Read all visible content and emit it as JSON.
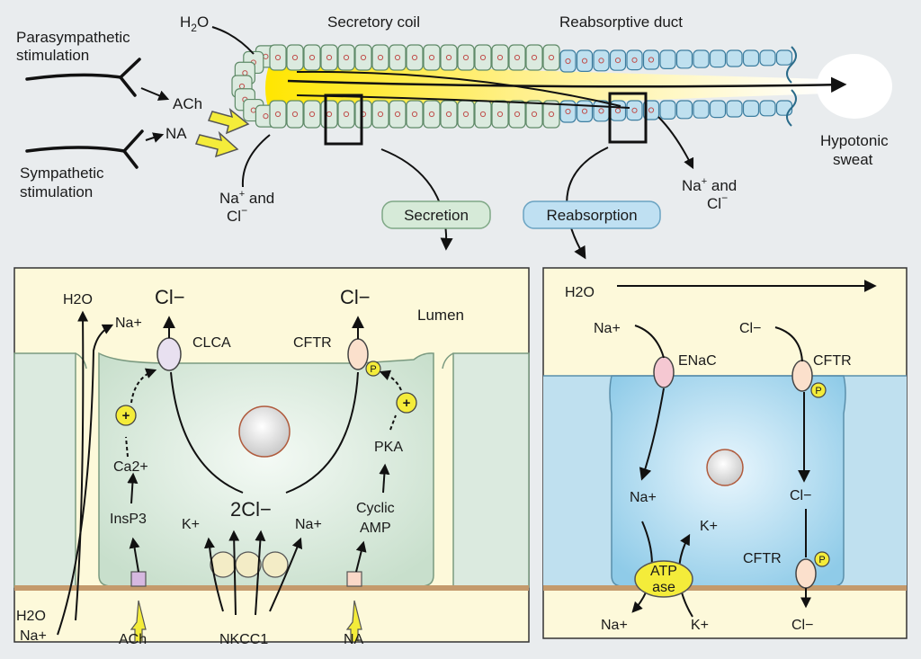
{
  "top": {
    "parasympathetic": [
      "Parasympathetic",
      "stimulation"
    ],
    "sympathetic": [
      "Sympathetic",
      "stimulation"
    ],
    "ach": "ACh",
    "na": "NA",
    "water": "H",
    "water_sub": "2",
    "water_o": "O",
    "secretory_coil": "Secretory coil",
    "reabsorptive_duct": "Reabsorptive duct",
    "hypotonic_sweat": [
      "Hypotonic",
      "sweat"
    ],
    "nacl_left": [
      "Na",
      "+",
      " and",
      "Cl",
      "−"
    ],
    "nacl_right": [
      "Na",
      "+",
      " and",
      "Cl",
      "−"
    ],
    "secretion_badge": "Secretion",
    "reabsorption_badge": "Reabsorption"
  },
  "secretion_panel": {
    "lumen": "Lumen",
    "h2o_top": "H2O",
    "na_top": "Na+",
    "cl_top_left": "Cl−",
    "cl_top_right": "Cl−",
    "clca": "CLCA",
    "cftr": "CFTR",
    "ca": "Ca2+",
    "insp3": "InsP3",
    "pka": "PKA",
    "cyclic": "Cyclic",
    "amp": "AMP",
    "k": "K+",
    "two_cl": "2Cl−",
    "na_basal": "Na+",
    "h2o_bottom": "H2O",
    "na_bottom": "Na+",
    "ach_bottom": "ACh",
    "nkcc1": "NKCC1",
    "na_bottom_right": "NA",
    "plus": "+",
    "p": "P"
  },
  "reabsorption_panel": {
    "h2o": "H2O",
    "na_lumen": "Na+",
    "cl_lumen": "Cl−",
    "enac": "ENaC",
    "cftr_top": "CFTR",
    "na_cell": "Na+",
    "cl_cell": "Cl−",
    "k_cell": "K+",
    "cftr_basal": "CFTR",
    "atp": "ATP",
    "ase": "ase",
    "na_out": "Na+",
    "k_out": "K+",
    "cl_out": "Cl−",
    "p": "P"
  },
  "colors": {
    "secretory_cell": "#dbeadf",
    "duct_cell": "#bfe0ef",
    "lumen_yellow": "#fff3a8",
    "membrane_brown": "#c49a6c",
    "arrow_yellow": "#f4ec3a",
    "badge_green": "#d6ead8",
    "badge_blue": "#bfe0f2"
  }
}
